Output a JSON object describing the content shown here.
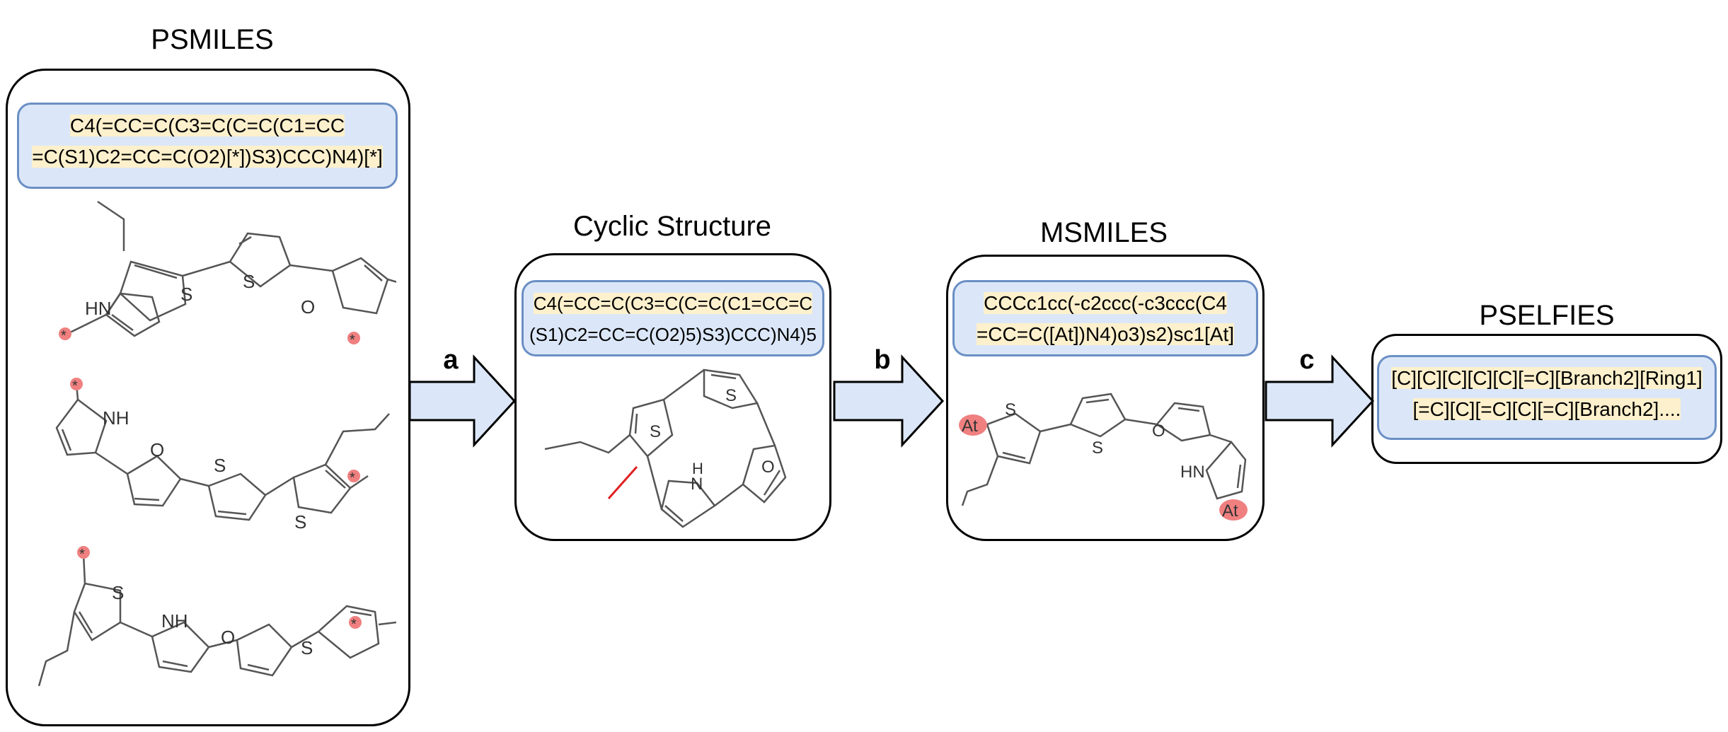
{
  "stages": {
    "psmiles": {
      "title": "PSMILES",
      "code_line1": "C4(=CC=C(C3=C(C=C(C1=CC",
      "code_line2": "=C(S1)C2=CC=C(O2)[*])S3)CCC)N4)[*]"
    },
    "cyclic": {
      "title": "Cyclic Structure",
      "code_line1": "C4(=CC=C(C3=C(C=C(C1=CC=C",
      "code_line2": "(S1)C2=CC=C(O2)5)S3)CCC)N4)5"
    },
    "msmiles": {
      "title": "MSMILES",
      "code_line1": "CCCc1cc(-c2ccc(-c3ccc(C4",
      "code_line2": "=CC=C([At])N4)o3)s2)sc1[At]"
    },
    "pselfies": {
      "title": "PSELFIES",
      "code_line1": "[C][C][C][C][C][=C][Branch2][Ring1]",
      "code_line2": "[=C][C][=C][C][=C][Branch2]...."
    }
  },
  "arrows": [
    {
      "label": "a"
    },
    {
      "label": "b"
    },
    {
      "label": "c"
    }
  ],
  "atoms": {
    "S": "S",
    "O": "O",
    "NH": "NH",
    "HN": "HN",
    "N": "N",
    "H": "H",
    "star": "*",
    "At": "At"
  },
  "colors": {
    "code_bg": "#dbe7f8",
    "code_border": "#6b8fc4",
    "highlight": "#fdf0cc",
    "arrow_fill": "#dbe7f8",
    "marker": "#f08080",
    "cut_line": "#e02020",
    "bond": "#555555"
  }
}
